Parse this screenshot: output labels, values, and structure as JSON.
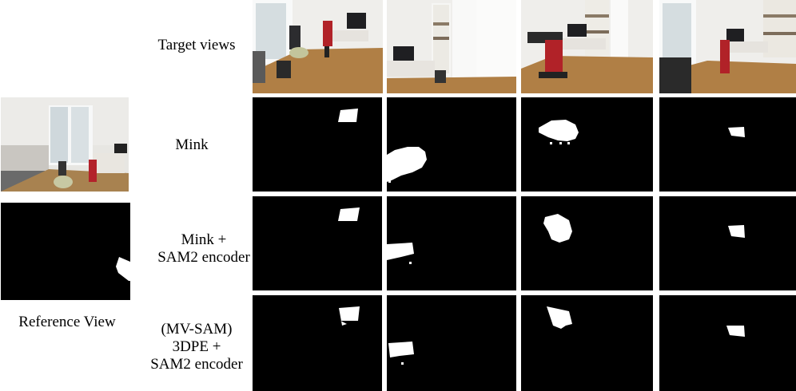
{
  "labels": {
    "target_views": "Target views",
    "mink": "Mink",
    "mink_sam2_line1": "Mink +",
    "mink_sam2_line2": "SAM2 encoder",
    "mvsam_line1": "(MV-SAM)",
    "mvsam_line2": "3DPE +",
    "mvsam_line3": "SAM2 encoder",
    "reference_view": "Reference View"
  },
  "rows": [
    "target-views",
    "mink",
    "mink-sam2-encoder",
    "mv-sam-3dpe-sam2-encoder"
  ],
  "columns": [
    "view-1",
    "view-2",
    "view-3",
    "view-4"
  ],
  "colors": {
    "mask_background": "#000000",
    "mask_foreground": "#ffffff"
  }
}
